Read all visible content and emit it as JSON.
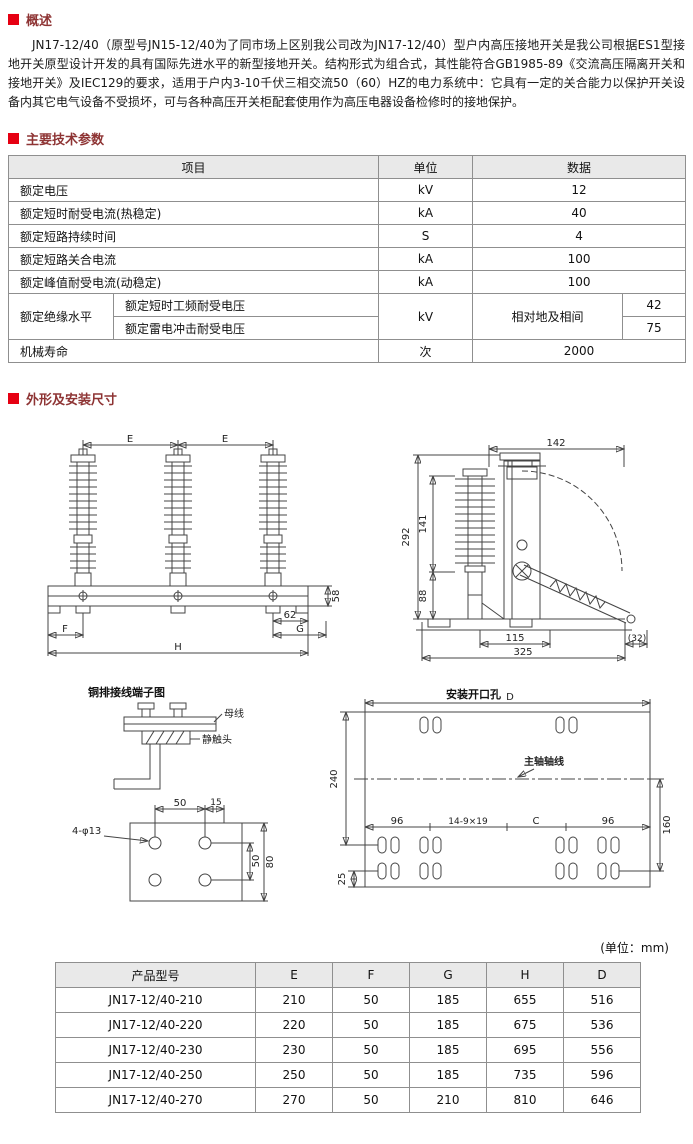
{
  "overview": {
    "title": "概述",
    "body": "JN17-12/40（原型号JN15-12/40为了同市场上区别我公司改为JN17-12/40）型户内高压接地开关是我公司根据ES1型接地开关原型设计开发的具有国际先进水平的新型接地开关。结构形式为组合式，其性能符合GB1985-89《交流高压隔离开关和接地开关》及IEC129的要求，适用于户内3-10千伏三相交流50（60）HZ的电力系统中：它具有一定的关合能力以保护开关设备内其它电气设备不受损坏，可与各种高压开关柜配套使用作为高压电器设备检修时的接地保护。"
  },
  "parameters": {
    "title": "主要技术参数",
    "headers": {
      "item": "项目",
      "unit": "单位",
      "value": "数据"
    },
    "rows": [
      {
        "item": "额定电压",
        "unit": "kV",
        "value": "12"
      },
      {
        "item": "额定短时耐受电流(热稳定)",
        "unit": "kA",
        "value": "40"
      },
      {
        "item": "额定短路持续时间",
        "unit": "S",
        "value": "4"
      },
      {
        "item": "额定短路关合电流",
        "unit": "kA",
        "value": "100"
      },
      {
        "item": "额定峰值耐受电流(动稳定)",
        "unit": "kA",
        "value": "100"
      }
    ],
    "insulation": {
      "item": "额定绝缘水平",
      "sub1": "额定短时工频耐受电压",
      "sub2": "额定雷电冲击耐受电压",
      "unit": "kV",
      "scope": "相对地及相间",
      "value1": "42",
      "value2": "75"
    },
    "mech_life": {
      "item": "机械寿命",
      "unit": "次",
      "value": "2000"
    }
  },
  "dimensions": {
    "title": "外形及安装尺寸",
    "unit_note": "(单位：mm)",
    "front_view": {
      "e1": "E",
      "e2": "E",
      "d58": "58",
      "d62": "62",
      "g": "G",
      "f": "F",
      "h": "H"
    },
    "side_view": {
      "d142": "142",
      "d292": "292",
      "d141": "141",
      "d88": "88",
      "d115": "115",
      "d325": "325",
      "d32": "(32)"
    },
    "terminal": {
      "title": "铜排接线端子图",
      "busbar": "母线",
      "contact": "静触头",
      "d50_top": "50",
      "d15": "15",
      "holes": "4-φ13",
      "d50_right": "50",
      "d80": "80"
    },
    "mounting": {
      "title": "安装开口孔",
      "d": "D",
      "d240": "240",
      "d96_left": "96",
      "slots": "14-9×19",
      "c": "C",
      "d96_right": "96",
      "d160": "160",
      "d25": "25",
      "axis": "主轴轴线"
    }
  },
  "models": {
    "headers": [
      "产品型号",
      "E",
      "F",
      "G",
      "H",
      "D"
    ],
    "rows": [
      {
        "model": "JN17-12/40-210",
        "e": "210",
        "f": "50",
        "g": "185",
        "h": "655",
        "d": "516"
      },
      {
        "model": "JN17-12/40-220",
        "e": "220",
        "f": "50",
        "g": "185",
        "h": "675",
        "d": "536"
      },
      {
        "model": "JN17-12/40-230",
        "e": "230",
        "f": "50",
        "g": "185",
        "h": "695",
        "d": "556"
      },
      {
        "model": "JN17-12/40-250",
        "e": "250",
        "f": "50",
        "g": "185",
        "h": "735",
        "d": "596"
      },
      {
        "model": "JN17-12/40-270",
        "e": "270",
        "f": "50",
        "g": "210",
        "h": "810",
        "d": "646"
      }
    ]
  },
  "colors": {
    "accent_red": "#e60012",
    "title_maroon": "#8e3434",
    "header_bg": "#e9e9e9"
  }
}
